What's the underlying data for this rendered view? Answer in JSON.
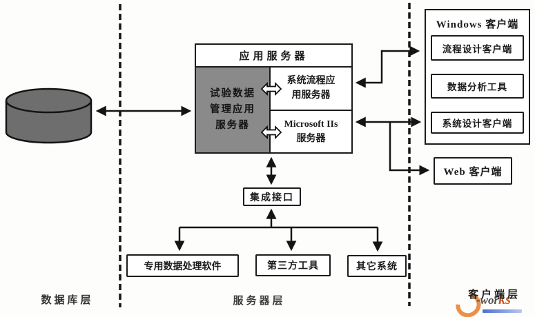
{
  "database": {
    "label": "数据库"
  },
  "app_server": {
    "title": "应用服务器",
    "tdm_lines": [
      "试验数据",
      "管理应用",
      "服务器"
    ],
    "process_lines": [
      "系统流程应",
      "用服务器"
    ],
    "iis_lines": [
      "Microsoft IIs",
      "服务器"
    ]
  },
  "integration": {
    "label": "集成接口"
  },
  "tools": [
    {
      "label": "专用数据处理软件"
    },
    {
      "label": "第三方工具"
    },
    {
      "label": "其它系统"
    }
  ],
  "windows_client": {
    "title": "Windows 客户端",
    "items": [
      {
        "label": "流程设计客户端"
      },
      {
        "label": "数据分析工具"
      },
      {
        "label": "系统设计客户端"
      }
    ]
  },
  "web_client": {
    "label": "Web 客户端"
  },
  "layers": [
    {
      "label": "数据库层"
    },
    {
      "label": "服务器层"
    },
    {
      "label": "客户端层"
    }
  ],
  "watermark": {
    "prefix": "-wor",
    "suffix": "ks"
  },
  "colors": {
    "line": "#1b1b1b",
    "gray_panel": "#8a8a8a",
    "database_fill": "#6e6e6e",
    "watermark_orange": "#e8883c",
    "watermark_red": "#cf5a1e",
    "watermark_blue": "#4a6fd0"
  }
}
